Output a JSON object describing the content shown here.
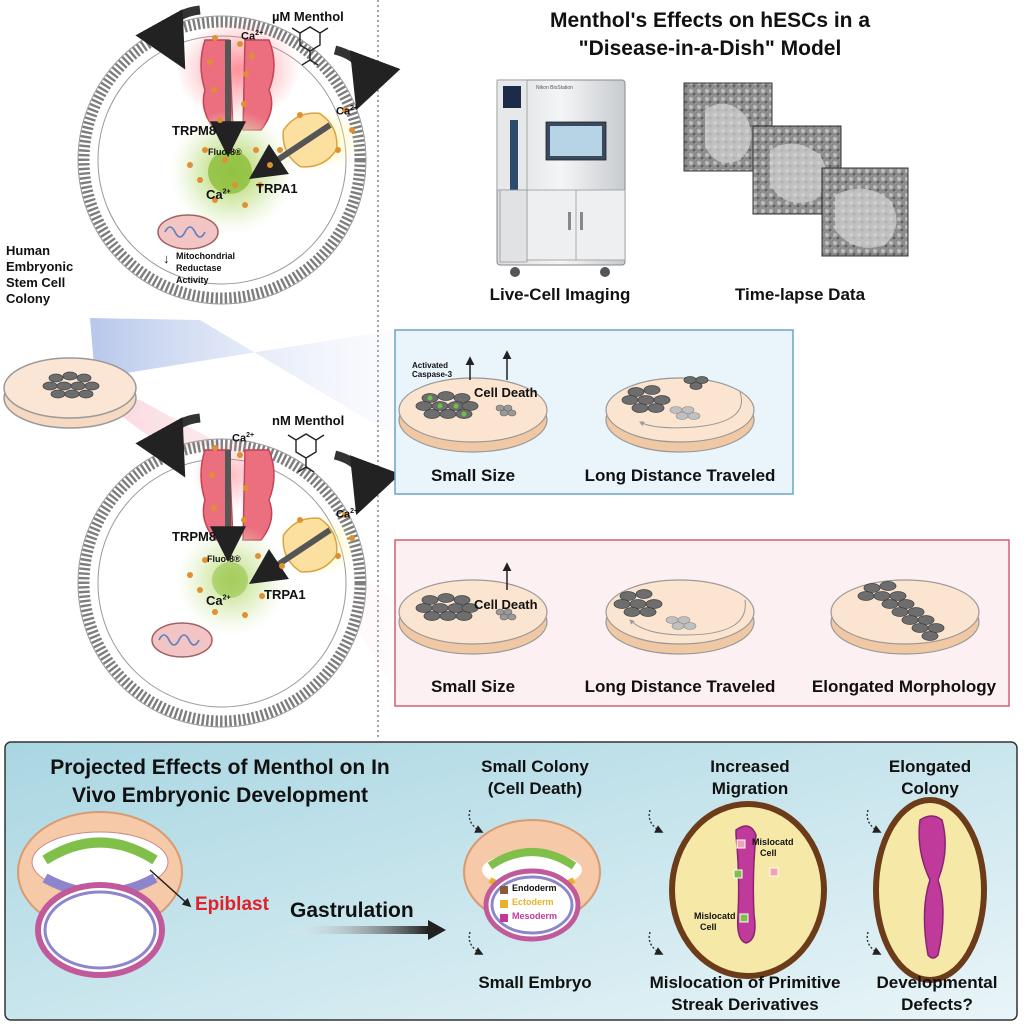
{
  "title_line1": "Menthol's Effects on hESCs in a",
  "title_line2": "\"Disease-in-a-Dish\" Model",
  "captions": {
    "live_cell": "Live-Cell Imaging",
    "time_lapse": "Time-lapse Data"
  },
  "incubator_label": "Nikon BioStation",
  "colony_label": [
    "Human",
    "Embryonic",
    "Stem Cell",
    "Colony"
  ],
  "cell_top": {
    "menthol": "µM Menthol",
    "trpm8": "TRPM8",
    "trpa1": "TRPA1",
    "fluo": "Fluo-8®",
    "ca": "Ca",
    "sup": "2+",
    "mito": [
      "Mitochondrial",
      "Reductase",
      "Activity"
    ],
    "arrow_down": "↓"
  },
  "cell_bottom": {
    "menthol": "nM Menthol",
    "trpm8": "TRPM8",
    "trpa1": "TRPA1",
    "fluo": "Fluo-8®",
    "ca": "Ca",
    "sup": "2+"
  },
  "blue_panel": {
    "activated": [
      "Activated",
      "Caspase-3"
    ],
    "cell_death": "Cell Death",
    "small_size": "Small Size",
    "long_distance": "Long Distance Traveled"
  },
  "red_panel": {
    "cell_death": "Cell Death",
    "small_size": "Small Size",
    "long_distance": "Long Distance Traveled",
    "elongated": "Elongated Morphology"
  },
  "bottom": {
    "projected": [
      "Projected Effects of Menthol on In",
      "Vivo Embryonic Development"
    ],
    "epiblast": "Epiblast",
    "gastrulation": "Gastrulation",
    "small_colony": [
      "Small Colony",
      "(Cell Death)"
    ],
    "increased": [
      "Increased",
      "Migration"
    ],
    "elongated_colony": [
      "Elongated",
      "Colony"
    ],
    "small_embryo": "Small Embryo",
    "mislocation": [
      "Mislocation of Primitive",
      "Streak Derivatives"
    ],
    "developmental": [
      "Developmental",
      "Defects?"
    ],
    "mislocatd": [
      "Mislocatd",
      "Cell"
    ],
    "legend": [
      "Endoderm",
      "Ectoderm",
      "Mesoderm"
    ]
  },
  "colors": {
    "title": "#111111",
    "epiblast": "#e0202a",
    "endoderm": "#8a5a3a",
    "ectoderm": "#e9b22e",
    "mesoderm": "#c03a9c",
    "blue_panel_bg": "#eaf4fb",
    "red_panel_bg": "#fdf0f2",
    "bottom_bg": "#cfe8f0"
  }
}
